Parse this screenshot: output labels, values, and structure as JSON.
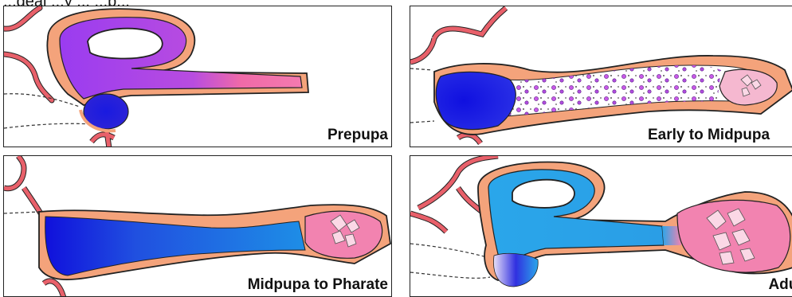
{
  "heading": "...geal ...y ...     ...p...",
  "panels": [
    {
      "label": "Prepupa"
    },
    {
      "label": "Early to Midpupa"
    },
    {
      "label": "Midpupa to Pharate"
    },
    {
      "label": "Adult"
    }
  ],
  "colors": {
    "tissue_outline": "#f4a37b",
    "trachea": "#e8606a",
    "glue_purple": "#a23cf0",
    "glue_pink": "#f06aa8",
    "gland_blue": "#1a2bd8",
    "secretion_blue": "#1e8ee6",
    "lumen_cyan": "#2aa6ea",
    "vesicle_pink": "#f283b0"
  }
}
